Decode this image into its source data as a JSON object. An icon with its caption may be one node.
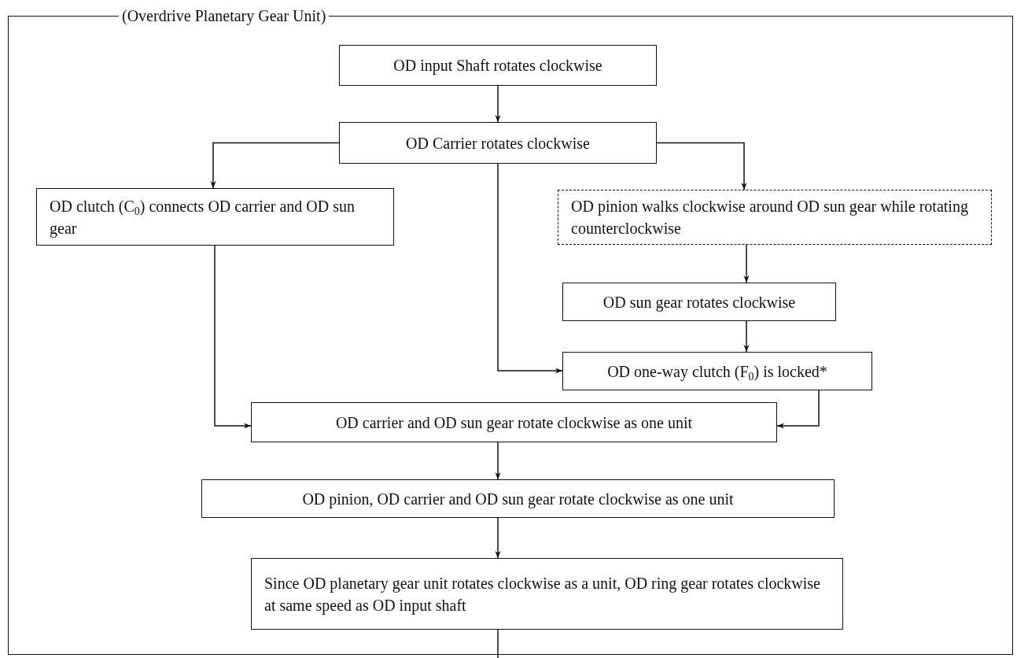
{
  "diagram": {
    "nodes": [
      {
        "text": [
          "(Overdrive Planetary Gear Unit)"
        ]
      },
      {
        "text": [
          "OD input Shaft rotates clockwise"
        ],
        "in": 0
      },
      {
        "text": [
          "OD Carrier rotates clockwise"
        ],
        "in": 0
      },
      {
        "text": [
          "OD clutch (C$_{0}$) connects OD carrier and OD sun gear"
        ],
        "in": 0
      },
      {
        "text": [
          "OD pinion walks clockwise around OD sun gear while rotating counterclockwise"
        ],
        "in": 0
      },
      {
        "text": [
          "OD sun gear rotates clockwise"
        ],
        "in": 0
      },
      {
        "text": [
          "OD one-way clutch (F$_{0}$) is locked*"
        ],
        "in": 0
      },
      {
        "text": [
          "OD carrier and OD sun gear rotate clockwise as one unit"
        ],
        "in": 0
      },
      {
        "text": [
          "OD pinion, OD carrier and OD sun gear rotate clockwise as one unit"
        ],
        "in": 0
      },
      {
        "text": [
          "Since OD planetary gear unit rotates clockwise as a unit, OD ring gear rotates clockwise at same speed as OD input shaft"
        ],
        "in": 0
      }
    ],
    "edges": [
      {
        "from": 1,
        "to": 2,
        "arrow": "to"
      },
      {
        "from": 2,
        "to": 3,
        "arrow": "to"
      },
      {
        "from": 2,
        "to": 4,
        "arrow": "to"
      },
      {
        "from": 2,
        "to": 6,
        "arrow": "to"
      },
      {
        "from": 4,
        "to": 5,
        "arrow": "to"
      },
      {
        "from": 5,
        "to": 6,
        "arrow": "to"
      },
      {
        "from": 3,
        "to": 7,
        "arrow": "to"
      },
      {
        "from": 6,
        "to": 7,
        "arrow": "to"
      },
      {
        "from": 7,
        "to": 8,
        "arrow": "to"
      },
      {
        "from": 8,
        "to": 9,
        "arrow": "to"
      },
      {
        "from": 9,
        "to": null,
        "arrow": "none"
      }
    ]
  }
}
